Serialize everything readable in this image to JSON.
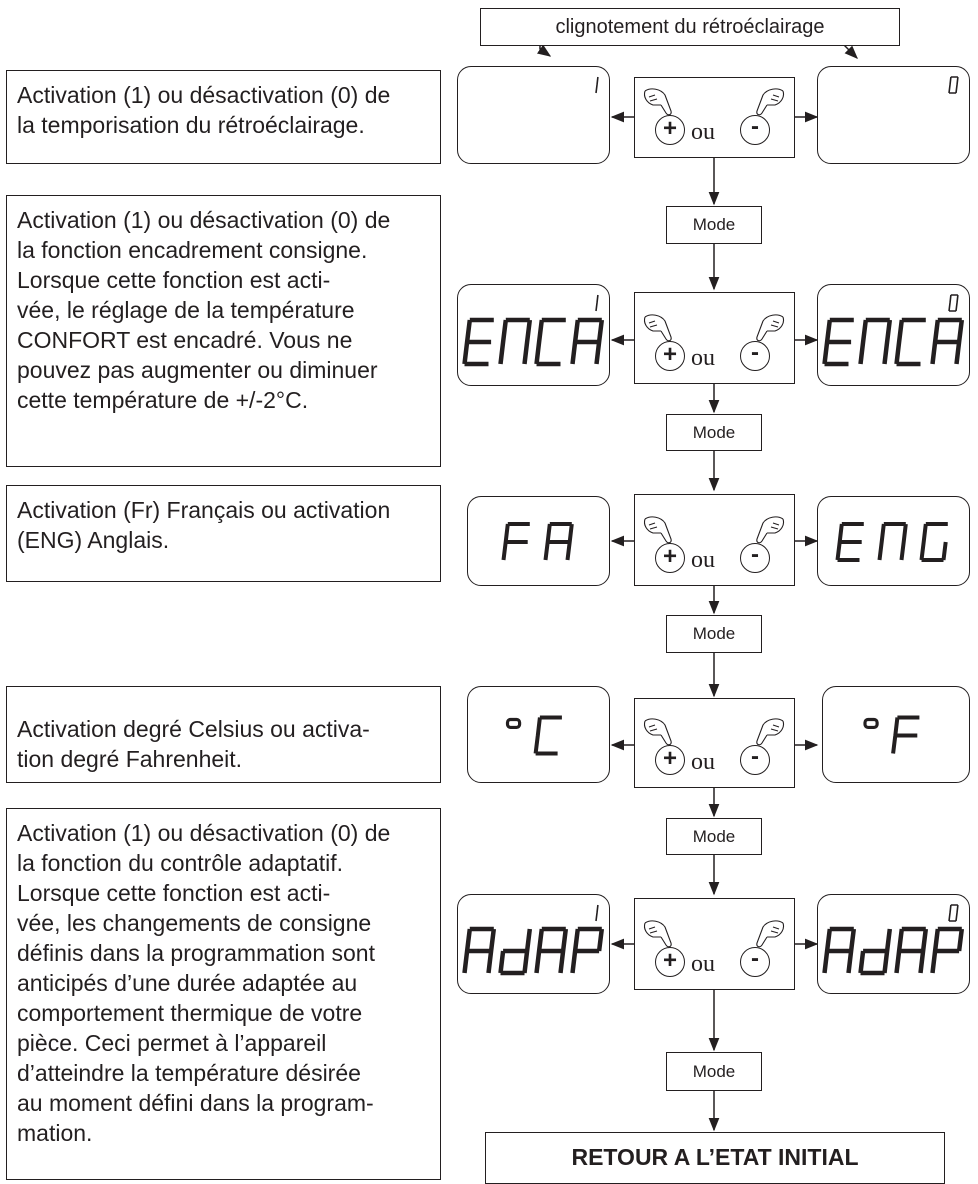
{
  "header": {
    "label": "clignotement du rétroéclairage"
  },
  "descriptions": [
    "Activation (1) ou désactivation (0) de la temporisation du rétroéclairage.",
    "Activation (1) ou désactivation (0) de la fonction encadrement consigne. Lorsque cette fonction est acti-vée, le réglage de la température CONFORT est encadré. Vous ne pouvez pas augmenter ou diminuer cette température de +/-2°C.",
    "Activation (Fr) Français ou activation (ENG) Anglais.",
    "Activation degré Celsius ou activa-tion degré Fahrenheit.",
    "Activation (1) ou désactivation (0) de la fonction du contrôle adaptatif. Lorsque cette fonction est acti-vée, les changements de consigne définis dans la programmation sont anticipés d’une durée adaptée au comportement thermique de votre pièce. Ceci permet à l’appareil d’atteindre la température désirée au moment défini dans la program-mation."
  ],
  "desc_lines": [
    [
      "Activation (1) ou désactivation (0) de",
      "la temporisation du rétroéclairage."
    ],
    [
      "Activation (1) ou désactivation (0) de",
      "la fonction encadrement consigne.",
      "Lorsque cette fonction est acti-",
      "vée, le réglage de la température",
      "CONFORT est encadré. Vous ne",
      "pouvez pas augmenter ou diminuer",
      "cette température de +/-2°C."
    ],
    [
      "Activation (Fr) Français ou activation",
      "(ENG) Anglais."
    ],
    [
      "Activation degré Celsius ou activa-",
      "tion degré Fahrenheit."
    ],
    [
      "Activation (1) ou désactivation (0) de",
      "la fonction du contrôle adaptatif.",
      "Lorsque cette fonction est acti-",
      "vée, les changements de consigne",
      "définis dans la programmation sont",
      "anticipés d’une durée adaptée au",
      "comportement thermique de votre",
      "pièce. Ceci permet à l’appareil",
      "d’atteindre la température désirée",
      "au moment défini dans la program-",
      "mation."
    ]
  ],
  "steps": [
    {
      "left_display": "",
      "left_index": "1",
      "right_display": "",
      "right_index": "0"
    },
    {
      "left_display": "ENCA",
      "left_index": "1",
      "right_display": "ENCA",
      "right_index": "0"
    },
    {
      "left_display": "FR",
      "left_index": "",
      "right_display": "ENG",
      "right_index": ""
    },
    {
      "left_display": "°C",
      "left_index": "",
      "right_display": "°F",
      "right_index": ""
    },
    {
      "left_display": "AdAP",
      "left_index": "1",
      "right_display": "AdAP",
      "right_index": "0"
    }
  ],
  "controls": {
    "plus": "+",
    "minus": "-",
    "or": "ou"
  },
  "mode_label": "Mode",
  "final": {
    "label": "RETOUR A L’ETAT INITIAL"
  },
  "colors": {
    "ink": "#231f20",
    "background": "#ffffff"
  }
}
